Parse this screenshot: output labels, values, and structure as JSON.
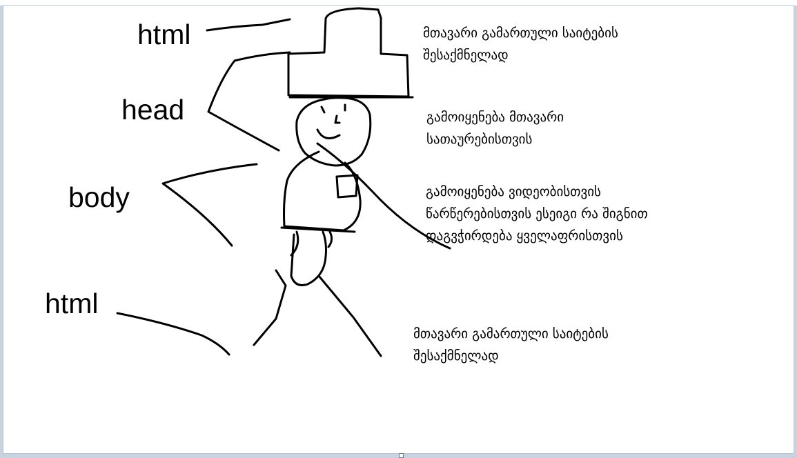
{
  "labels": {
    "html_top": "html",
    "head": "head",
    "body": "body",
    "html_bottom": "html"
  },
  "notes": {
    "note1": {
      "line1": "მთავარი გამართული საიტების",
      "line2": "შესაქმნელად"
    },
    "note2": {
      "line1": "გამოიყენება მთავარი",
      "line2": "სათაურებისთვის"
    },
    "note3": {
      "line1": "გამოიყენება ვიდეობისთვის",
      "line2": "წარწერებისთვის ესეიგი რა შიგნით",
      "line3": "დაგვჭირდება ყველაფრისთვის"
    },
    "note4": {
      "line1": "მთავარი გამართული საიტების",
      "line2": "შესაქმნელად"
    }
  },
  "colors": {
    "ink": "#000000",
    "canvas": "#ffffff",
    "frame": "#c9d3df"
  },
  "icons": {
    "resize_handle": "square-handle"
  }
}
